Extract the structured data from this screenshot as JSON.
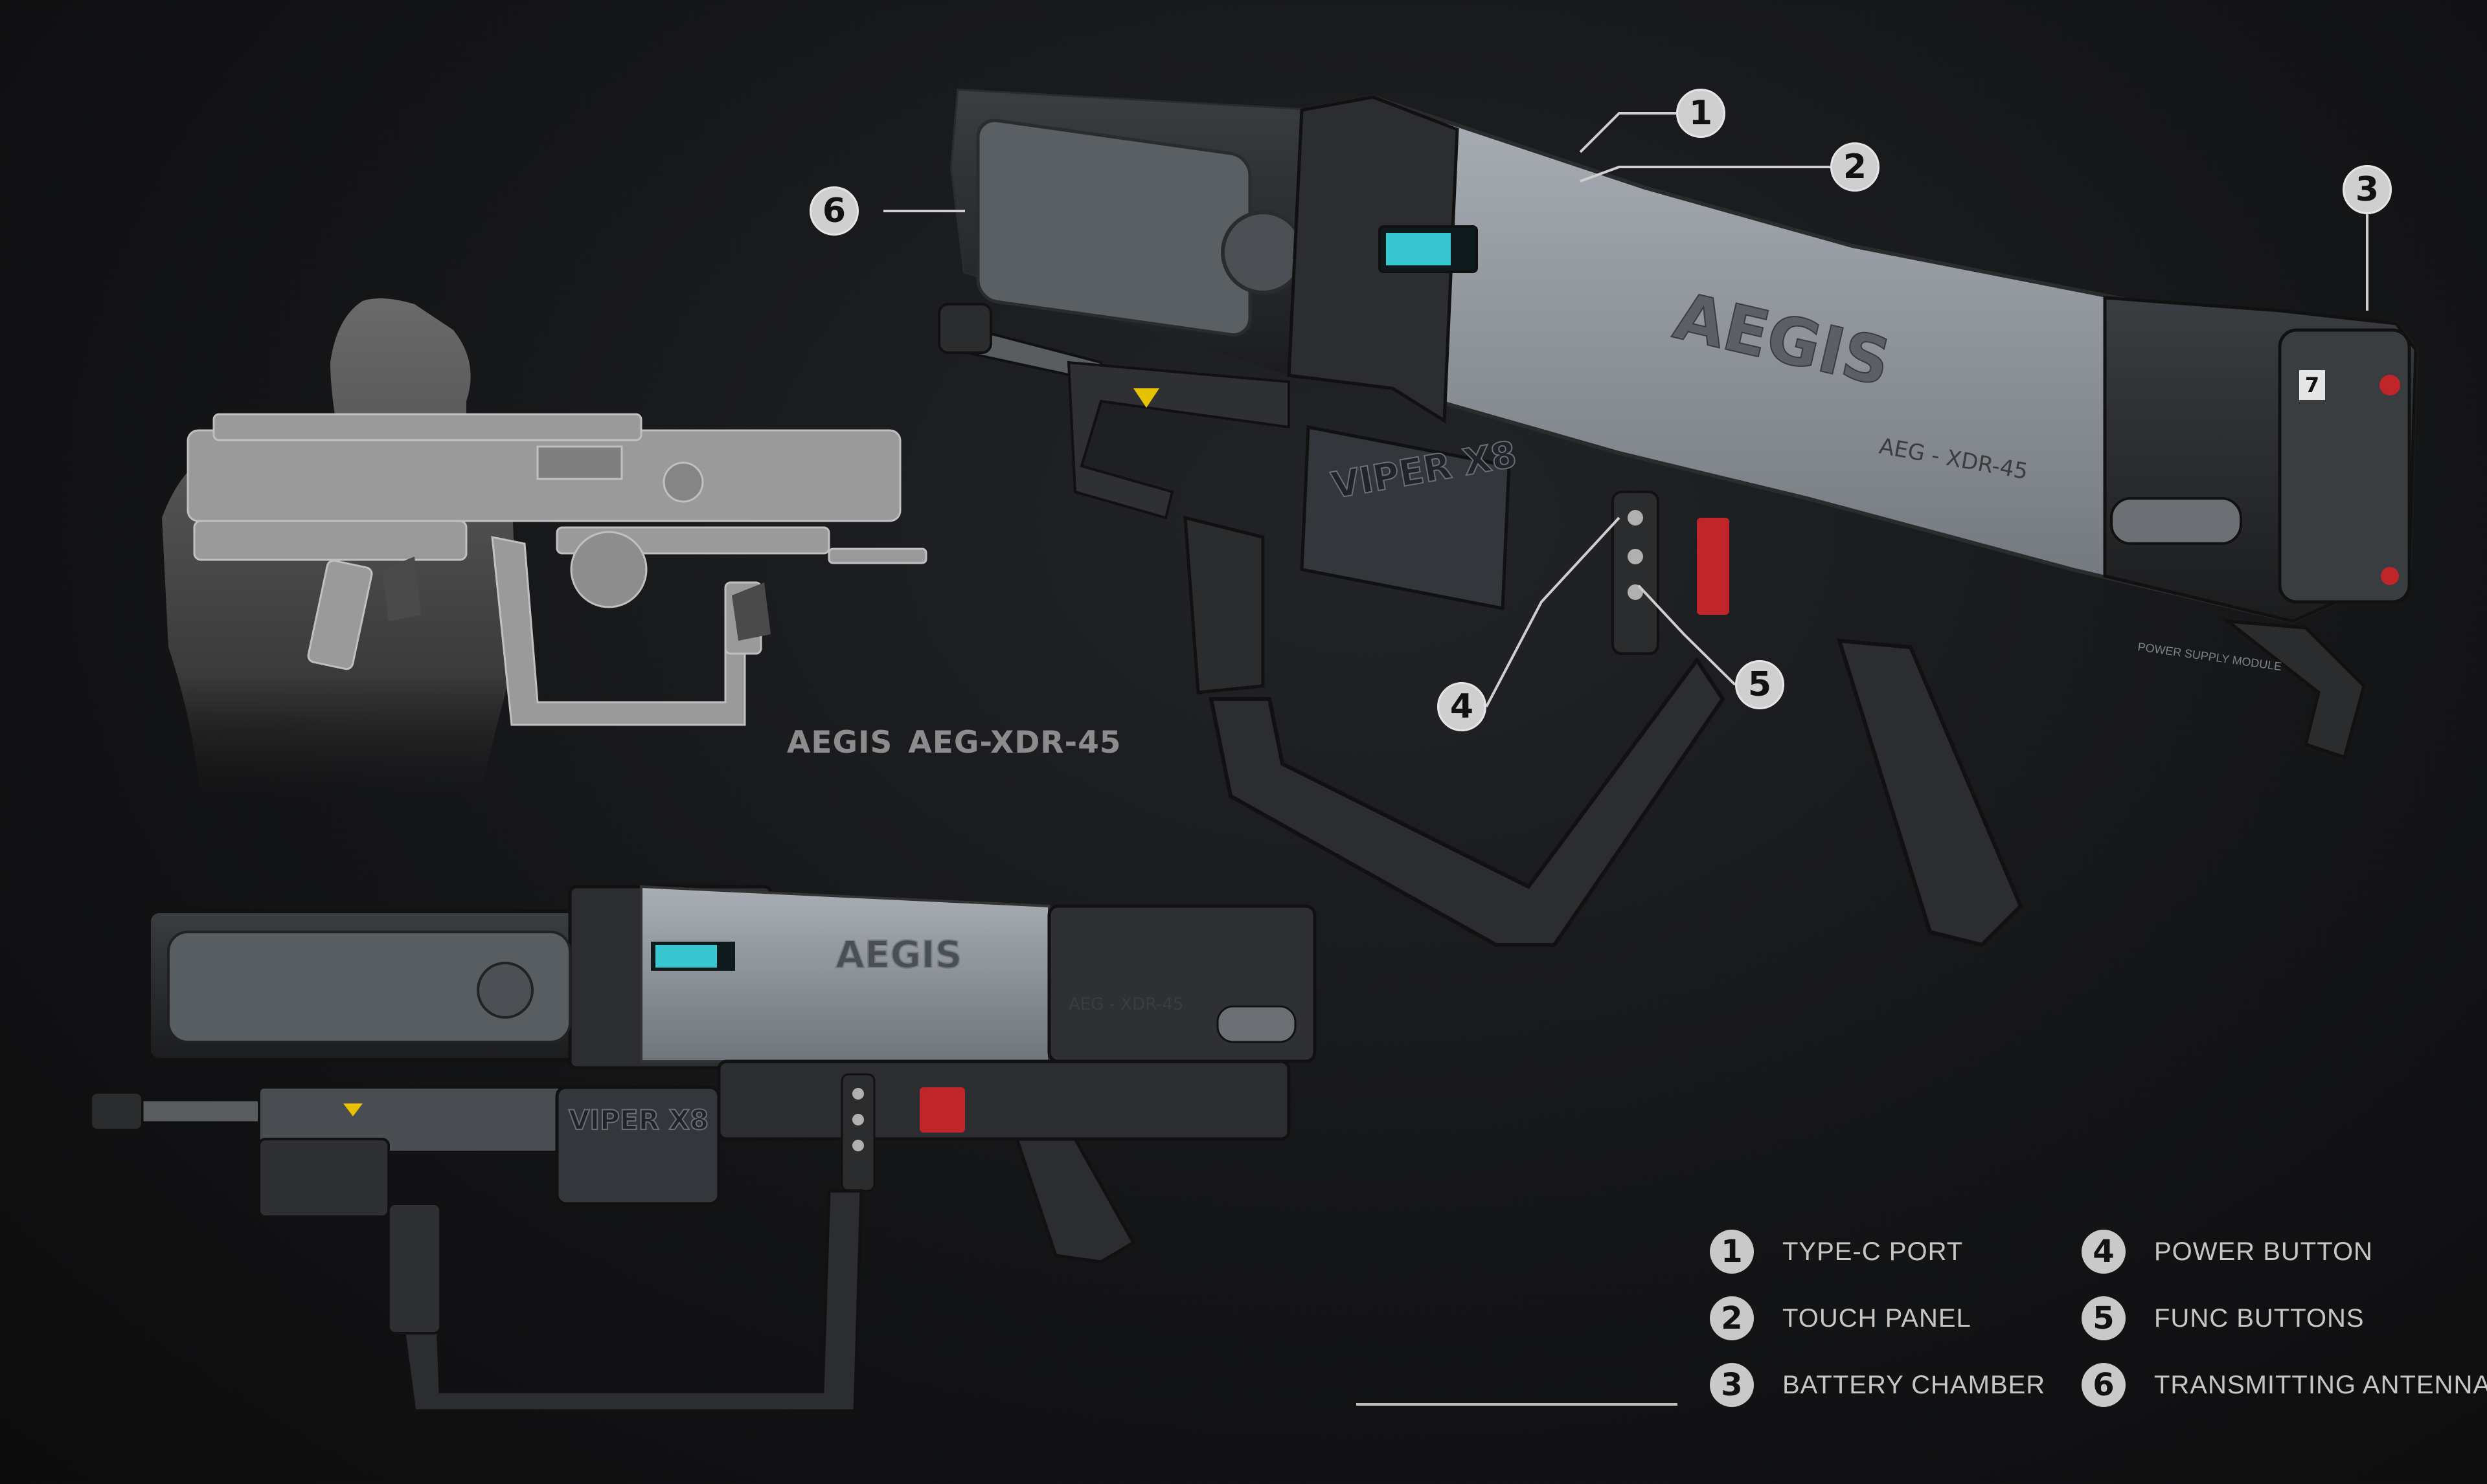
{
  "caption": {
    "brand": "AEGIS",
    "model": "AEG-XDR-45"
  },
  "decals": {
    "brand": "AEGIS",
    "model": "AEG - XDR-45",
    "model_small": "AEG - XDR-45",
    "drum": "VIPER X8",
    "tag": "7",
    "psu": "POWER SUPPLY MODULE"
  },
  "callouts": [
    "1",
    "2",
    "3",
    "4",
    "5",
    "6"
  ],
  "legend": [
    {
      "num": "1",
      "label": "TYPE-C PORT"
    },
    {
      "num": "2",
      "label": "TOUCH PANEL"
    },
    {
      "num": "3",
      "label": "BATTERY CHAMBER"
    },
    {
      "num": "4",
      "label": "POWER BUTTON"
    },
    {
      "num": "5",
      "label": "FUNC BUTTONS"
    },
    {
      "num": "6",
      "label": "TRANSMITTING ANTENNA"
    }
  ],
  "colors": {
    "background": "#141517",
    "accent_red": "#c0252a",
    "screen_cyan": "#3fe6f0",
    "body_grey": "#8b9196"
  }
}
